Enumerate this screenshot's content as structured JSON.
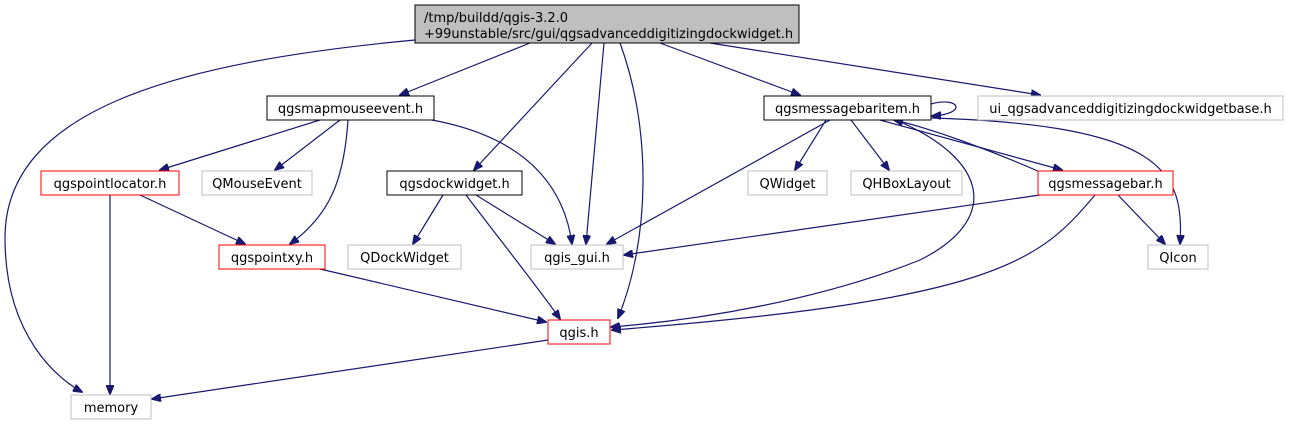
{
  "colors": {
    "edge": "#191970",
    "root_fill": "#bfbfbf",
    "border_black": "#000000",
    "border_red": "#ff0000",
    "border_gray": "#bfbfbf",
    "background": "#ffffff"
  },
  "nodes": {
    "root": {
      "line1": "/tmp/buildd/qgis-3.2.0",
      "line2": "+99unstable/src/gui/qgsadvanceddigitizingdockwidget.h",
      "border": "black",
      "filled": true
    },
    "qgsmapmouseevent": {
      "label": "qgsmapmouseevent.h",
      "border": "black"
    },
    "qgsmessagebaritem": {
      "label": "qgsmessagebaritem.h",
      "border": "black"
    },
    "ui_base": {
      "label": "ui_qgsadvanceddigitizingdockwidgetbase.h",
      "border": "gray"
    },
    "qgspointlocator": {
      "label": "qgspointlocator.h",
      "border": "red"
    },
    "qmouseevent": {
      "label": "QMouseEvent",
      "border": "gray"
    },
    "qgsdockwidget": {
      "label": "qgsdockwidget.h",
      "border": "black"
    },
    "qwidget": {
      "label": "QWidget",
      "border": "gray"
    },
    "qhboxlayout": {
      "label": "QHBoxLayout",
      "border": "gray"
    },
    "qgsmessagebar": {
      "label": "qgsmessagebar.h",
      "border": "red"
    },
    "qgspointxy": {
      "label": "qgspointxy.h",
      "border": "red"
    },
    "qdockwidget": {
      "label": "QDockWidget",
      "border": "gray"
    },
    "qgis_gui": {
      "label": "qgis_gui.h",
      "border": "gray"
    },
    "qicon": {
      "label": "QIcon",
      "border": "gray"
    },
    "qgis": {
      "label": "qgis.h",
      "border": "red"
    },
    "memory": {
      "label": "memory",
      "border": "gray"
    }
  },
  "edges": [
    [
      "root",
      "memory"
    ],
    [
      "root",
      "qgsmapmouseevent"
    ],
    [
      "root",
      "qgsdockwidget"
    ],
    [
      "root",
      "qgis_gui"
    ],
    [
      "root",
      "qgis"
    ],
    [
      "root",
      "qgsmessagebaritem"
    ],
    [
      "root",
      "ui_base"
    ],
    [
      "qgsmapmouseevent",
      "qgspointlocator"
    ],
    [
      "qgsmapmouseevent",
      "qmouseevent"
    ],
    [
      "qgsmapmouseevent",
      "qgspointxy"
    ],
    [
      "qgsmapmouseevent",
      "qgis_gui"
    ],
    [
      "qgspointlocator",
      "qgspointxy"
    ],
    [
      "qgspointlocator",
      "memory"
    ],
    [
      "qgspointxy",
      "qgis"
    ],
    [
      "qgsdockwidget",
      "qdockwidget"
    ],
    [
      "qgsdockwidget",
      "qgis_gui"
    ],
    [
      "qgsdockwidget",
      "qgis"
    ],
    [
      "qgsmessagebaritem",
      "qgsmessagebaritem"
    ],
    [
      "qgsmessagebaritem",
      "qgis_gui"
    ],
    [
      "qgsmessagebaritem",
      "qwidget"
    ],
    [
      "qgsmessagebaritem",
      "qhboxlayout"
    ],
    [
      "qgsmessagebaritem",
      "qgsmessagebar"
    ],
    [
      "qgsmessagebaritem",
      "qicon"
    ],
    [
      "qgsmessagebaritem",
      "qgis"
    ],
    [
      "qgsmessagebar",
      "qgsmessagebaritem"
    ],
    [
      "qgsmessagebar",
      "qgis_gui"
    ],
    [
      "qgsmessagebar",
      "qicon"
    ],
    [
      "qgsmessagebar",
      "qgis"
    ],
    [
      "qgis",
      "memory"
    ]
  ]
}
